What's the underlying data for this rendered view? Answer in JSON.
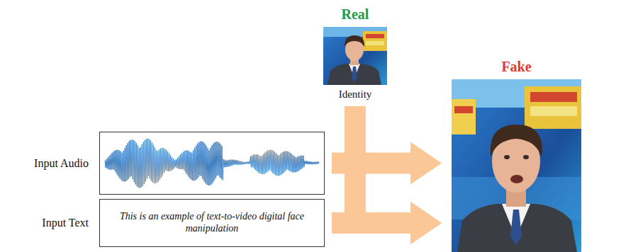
{
  "diagram": {
    "nodes": [
      {
        "text": [
          "Real",
          "Identity"
        ]
      },
      {
        "text": [
          "Input Audio"
        ]
      },
      {
        "text": [
          "Input Text",
          "This is an example of text-to-video digital face manipulation"
        ]
      },
      {
        "text": [
          "Fake"
        ]
      }
    ],
    "edges": [
      {
        "from": 0,
        "to": 3,
        "arrow": "to"
      },
      {
        "from": 1,
        "to": 3,
        "arrow": "to"
      },
      {
        "from": 2,
        "to": 3,
        "arrow": "to"
      }
    ]
  }
}
